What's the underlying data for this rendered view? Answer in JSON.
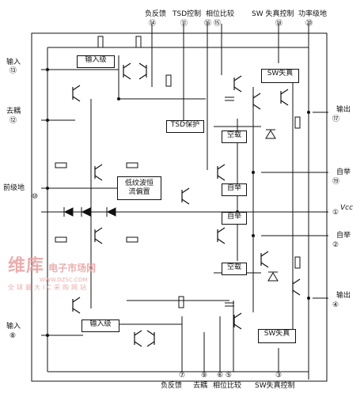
{
  "top_labels": [
    {
      "id": "neg-feedback",
      "text": "负反馈",
      "pin": "⑭"
    },
    {
      "id": "tsd-control",
      "text": "TSD控制",
      "pin": "⑪"
    },
    {
      "id": "phase-compare",
      "text": "相位比较",
      "pin": "⑯ ⑮"
    },
    {
      "id": "sw-distortion-control",
      "text": "SW 失真控制",
      "pin": "⑱"
    },
    {
      "id": "power-ground",
      "text": "功率级地",
      "pin": "⑳"
    }
  ],
  "left_labels": [
    {
      "id": "input-top",
      "text": "输入",
      "pin": "⑬"
    },
    {
      "id": "decouple-top",
      "text": "去耦",
      "pin": "⑫"
    },
    {
      "id": "preamp-ground",
      "text": "前级地",
      "pin": "⑩"
    },
    {
      "id": "input-bottom",
      "text": "输入",
      "pin": "⑧"
    }
  ],
  "right_labels": [
    {
      "id": "output-top",
      "text": "输出",
      "pin": "⑰"
    },
    {
      "id": "bootstrap-top",
      "text": "自举",
      "pin": "⑲"
    },
    {
      "id": "vcc",
      "text": "Vcc",
      "pin": "①"
    },
    {
      "id": "bootstrap-bottom",
      "text": "自举",
      "pin": "②"
    },
    {
      "id": "output-bottom",
      "text": "输出",
      "pin": "④"
    }
  ],
  "bottom_labels": [
    {
      "id": "neg-feedback-b",
      "text": "负反馈",
      "pin": "⑦"
    },
    {
      "id": "decouple-b",
      "text": "去耦",
      "pin": "⑨"
    },
    {
      "id": "phase-compare-b",
      "text": "相位比较",
      "pin": "⑥ ⑤"
    },
    {
      "id": "sw-distortion-control-b",
      "text": "SW失真控制",
      "pin": "③"
    }
  ],
  "blocks": {
    "input_stage_top": "输入级",
    "input_stage_bottom": "输入级",
    "sw_distortion_top": "SW失真",
    "sw_distortion_bottom": "SW失真",
    "tsd_protect": "TSD保护",
    "idle_top": "空载",
    "idle_bottom": "空载",
    "bootstrap_top": "自举",
    "bootstrap_bottom": "自举",
    "low_ripple_line1": "低纹波恒",
    "low_ripple_line2": "流偏置"
  },
  "watermark": {
    "brand": "维库",
    "tagline": "电子市场网",
    "url": "WWW.DZSC.COM",
    "slogan": "全球最大IC采购网站"
  }
}
